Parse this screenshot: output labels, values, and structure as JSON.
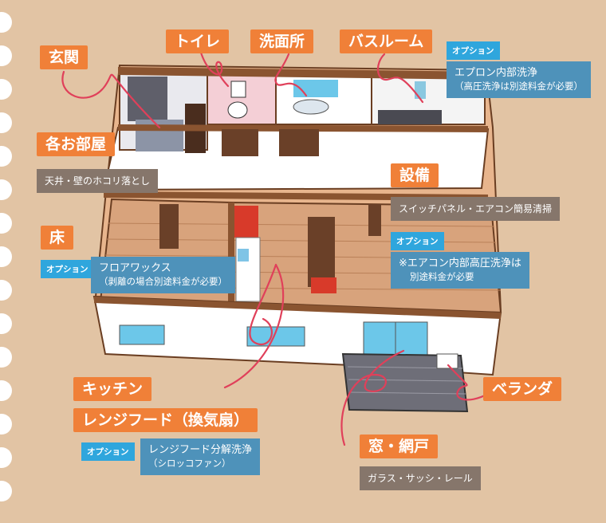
{
  "colors": {
    "background": "#e2c4a4",
    "label_orange": "#f08038",
    "desc_gray": "#86766b",
    "desc_blue": "#4e92ba",
    "option_cyan": "#2fa6dd",
    "wall": "#ffffff",
    "wall_top": "#8a5430",
    "floor": "#d8a37c",
    "curve": "#e0405a"
  },
  "labels": {
    "genkan": "玄関",
    "toilet": "トイレ",
    "senmenjo": "洗面所",
    "bathroom": "バスルーム",
    "kakuoheya": "各お部屋",
    "setsubi": "設備",
    "yuka": "床",
    "kitchen": "キッチン",
    "range_hood": "レンジフード（換気扇）",
    "veranda": "ベランダ",
    "window_screen": "窓・網戸"
  },
  "descriptions": {
    "ceiling_wall": "天井・壁のホコリ落とし",
    "switch_panel": "スイッチパネル・エアコン簡易清掃",
    "window_items": "ガラス・サッシ・レール"
  },
  "options": {
    "tag": "オプション",
    "apron": {
      "line1": "エプロン内部洗浄",
      "line2": "（高圧洗浄は別途料金が必要）"
    },
    "aircon": {
      "line1": "※エアコン内部高圧洗浄は",
      "line2": "別途料金が必要"
    },
    "floor_wax": {
      "line1": "フロアワックス",
      "line2": "（剥離の場合別途料金が必要）"
    },
    "range_hood": {
      "line1": "レンジフード分解洗浄",
      "line2": "（シロッコファン）"
    }
  }
}
